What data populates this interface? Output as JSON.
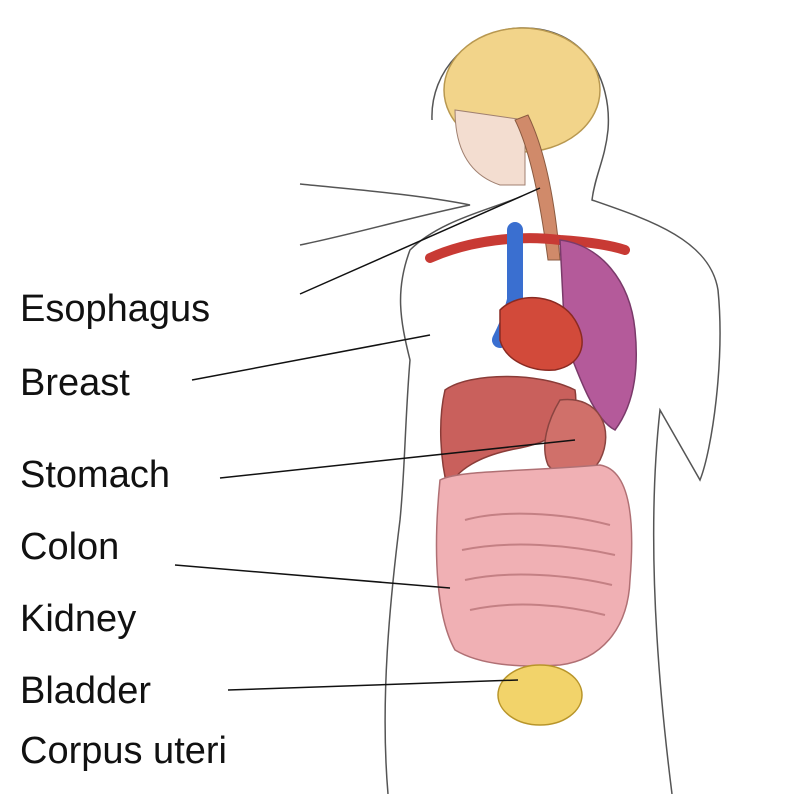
{
  "labels": [
    {
      "id": "esophagus",
      "text": "Esophagus"
    },
    {
      "id": "breast",
      "text": "Breast"
    },
    {
      "id": "stomach",
      "text": "Stomach"
    },
    {
      "id": "colon",
      "text": "Colon"
    },
    {
      "id": "kidney",
      "text": "Kidney"
    },
    {
      "id": "bladder",
      "text": "Bladder"
    },
    {
      "id": "corpus-uteri",
      "text": "Corpus uteri"
    }
  ],
  "colors": {
    "skull": "#f2d48a",
    "heart": "#d24a3a",
    "vein": "#3a6fd0",
    "lung": "#b45a9a",
    "liver": "#c9605c",
    "stomach": "#d0706a",
    "intestine": "#f0b0b4",
    "bladder": "#f2d36a",
    "outline": "#555555",
    "leader": "#111111"
  }
}
